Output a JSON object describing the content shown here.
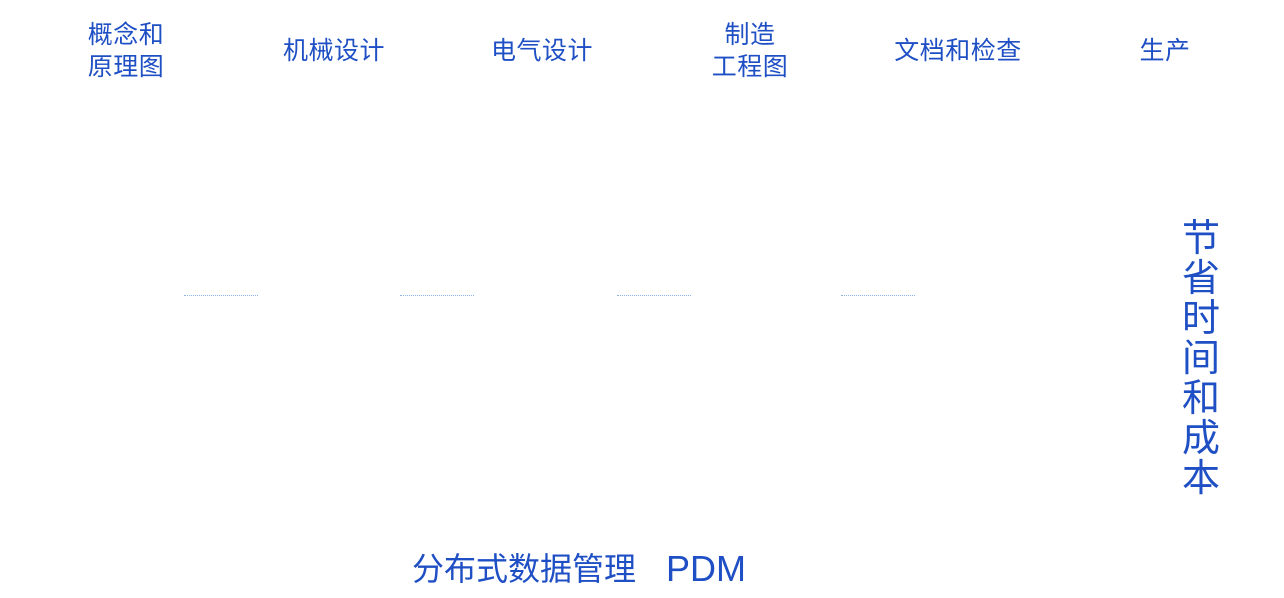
{
  "steps": [
    {
      "label": "概念和\n原理图"
    },
    {
      "label": "机械设计"
    },
    {
      "label": "电气设计"
    },
    {
      "label": "制造\n工程图"
    },
    {
      "label": "文档和检查"
    },
    {
      "label": "生产"
    }
  ],
  "tagline": "节\n省\n时\n间\n和\n成\n本",
  "footer": {
    "title": "分布式数据管理",
    "abbr": "PDM"
  },
  "colors": {
    "text": "#1f4fc4",
    "connector": "#8ab4e6"
  }
}
